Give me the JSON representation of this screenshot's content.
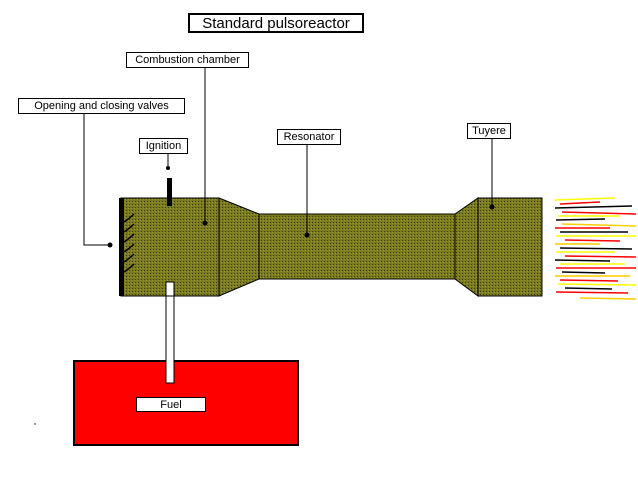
{
  "title": "Standard pulsoreactor",
  "labels": {
    "combustion_chamber": "Combustion chamber",
    "valves": "Opening and closing valves",
    "ignition": "Ignition",
    "resonator": "Resonator",
    "tuyere": "Tuyere",
    "fuel": "Fuel"
  },
  "colors": {
    "body": "#6b6b1a",
    "body_outline": "#000000",
    "tank": "#ff0000",
    "exhaust": [
      "#ffff00",
      "#ff0000",
      "#000000",
      "#ffcc00"
    ]
  }
}
